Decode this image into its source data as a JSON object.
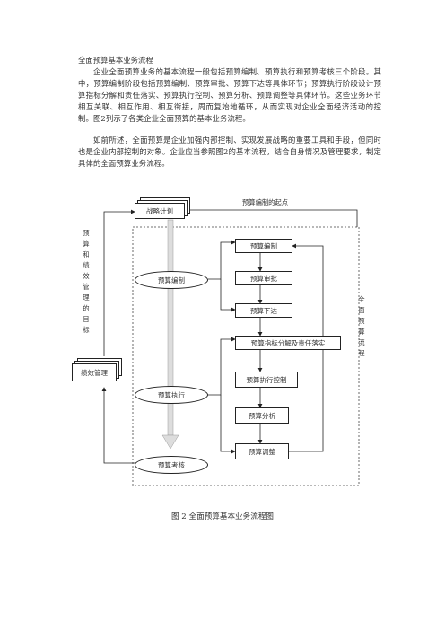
{
  "heading": "全面预算基本业务流程",
  "paragraphs": [
    "企业全面预算业务的基本流程一般包括预算编制、预算执行和预算考核三个阶段。其中，预算编制阶段包括预算编制、预算审批、预算下达等具体环节；预算执行阶段设计预算指标分解和责任落实、预算执行控制、预算分析、预算调整等具体环节。这些业务环节相互关联、相互作用、相互衔接，周而复始地循环，从而实现对企业全面经济活动的控制。图2列示了各类企业全面预算的基本业务流程。",
    "如前所述，全面预算是企业加强内部控制、实现发展战略的重要工具和手段，但同时也是企业内部控制的对象。企业应当参照图2的基本流程，结合自身情况及管理要求，制定具体的全面预算业务流程。"
  ],
  "diagram": {
    "strategy": "战略计划",
    "start_label": "预算编制的起点",
    "left_label": "预算和绩效管理的目标",
    "right_label": "全面预算流程",
    "performance": "绩效管理",
    "phases": [
      "预算编制",
      "预算执行",
      "预算考核"
    ],
    "steps": [
      "预算编制",
      "预算审批",
      "预算下达",
      "预算指标分解及责任落实",
      "预算执行控制",
      "预算分析",
      "预算调整"
    ]
  },
  "caption": "图 2  全面预算基本业务流程图"
}
